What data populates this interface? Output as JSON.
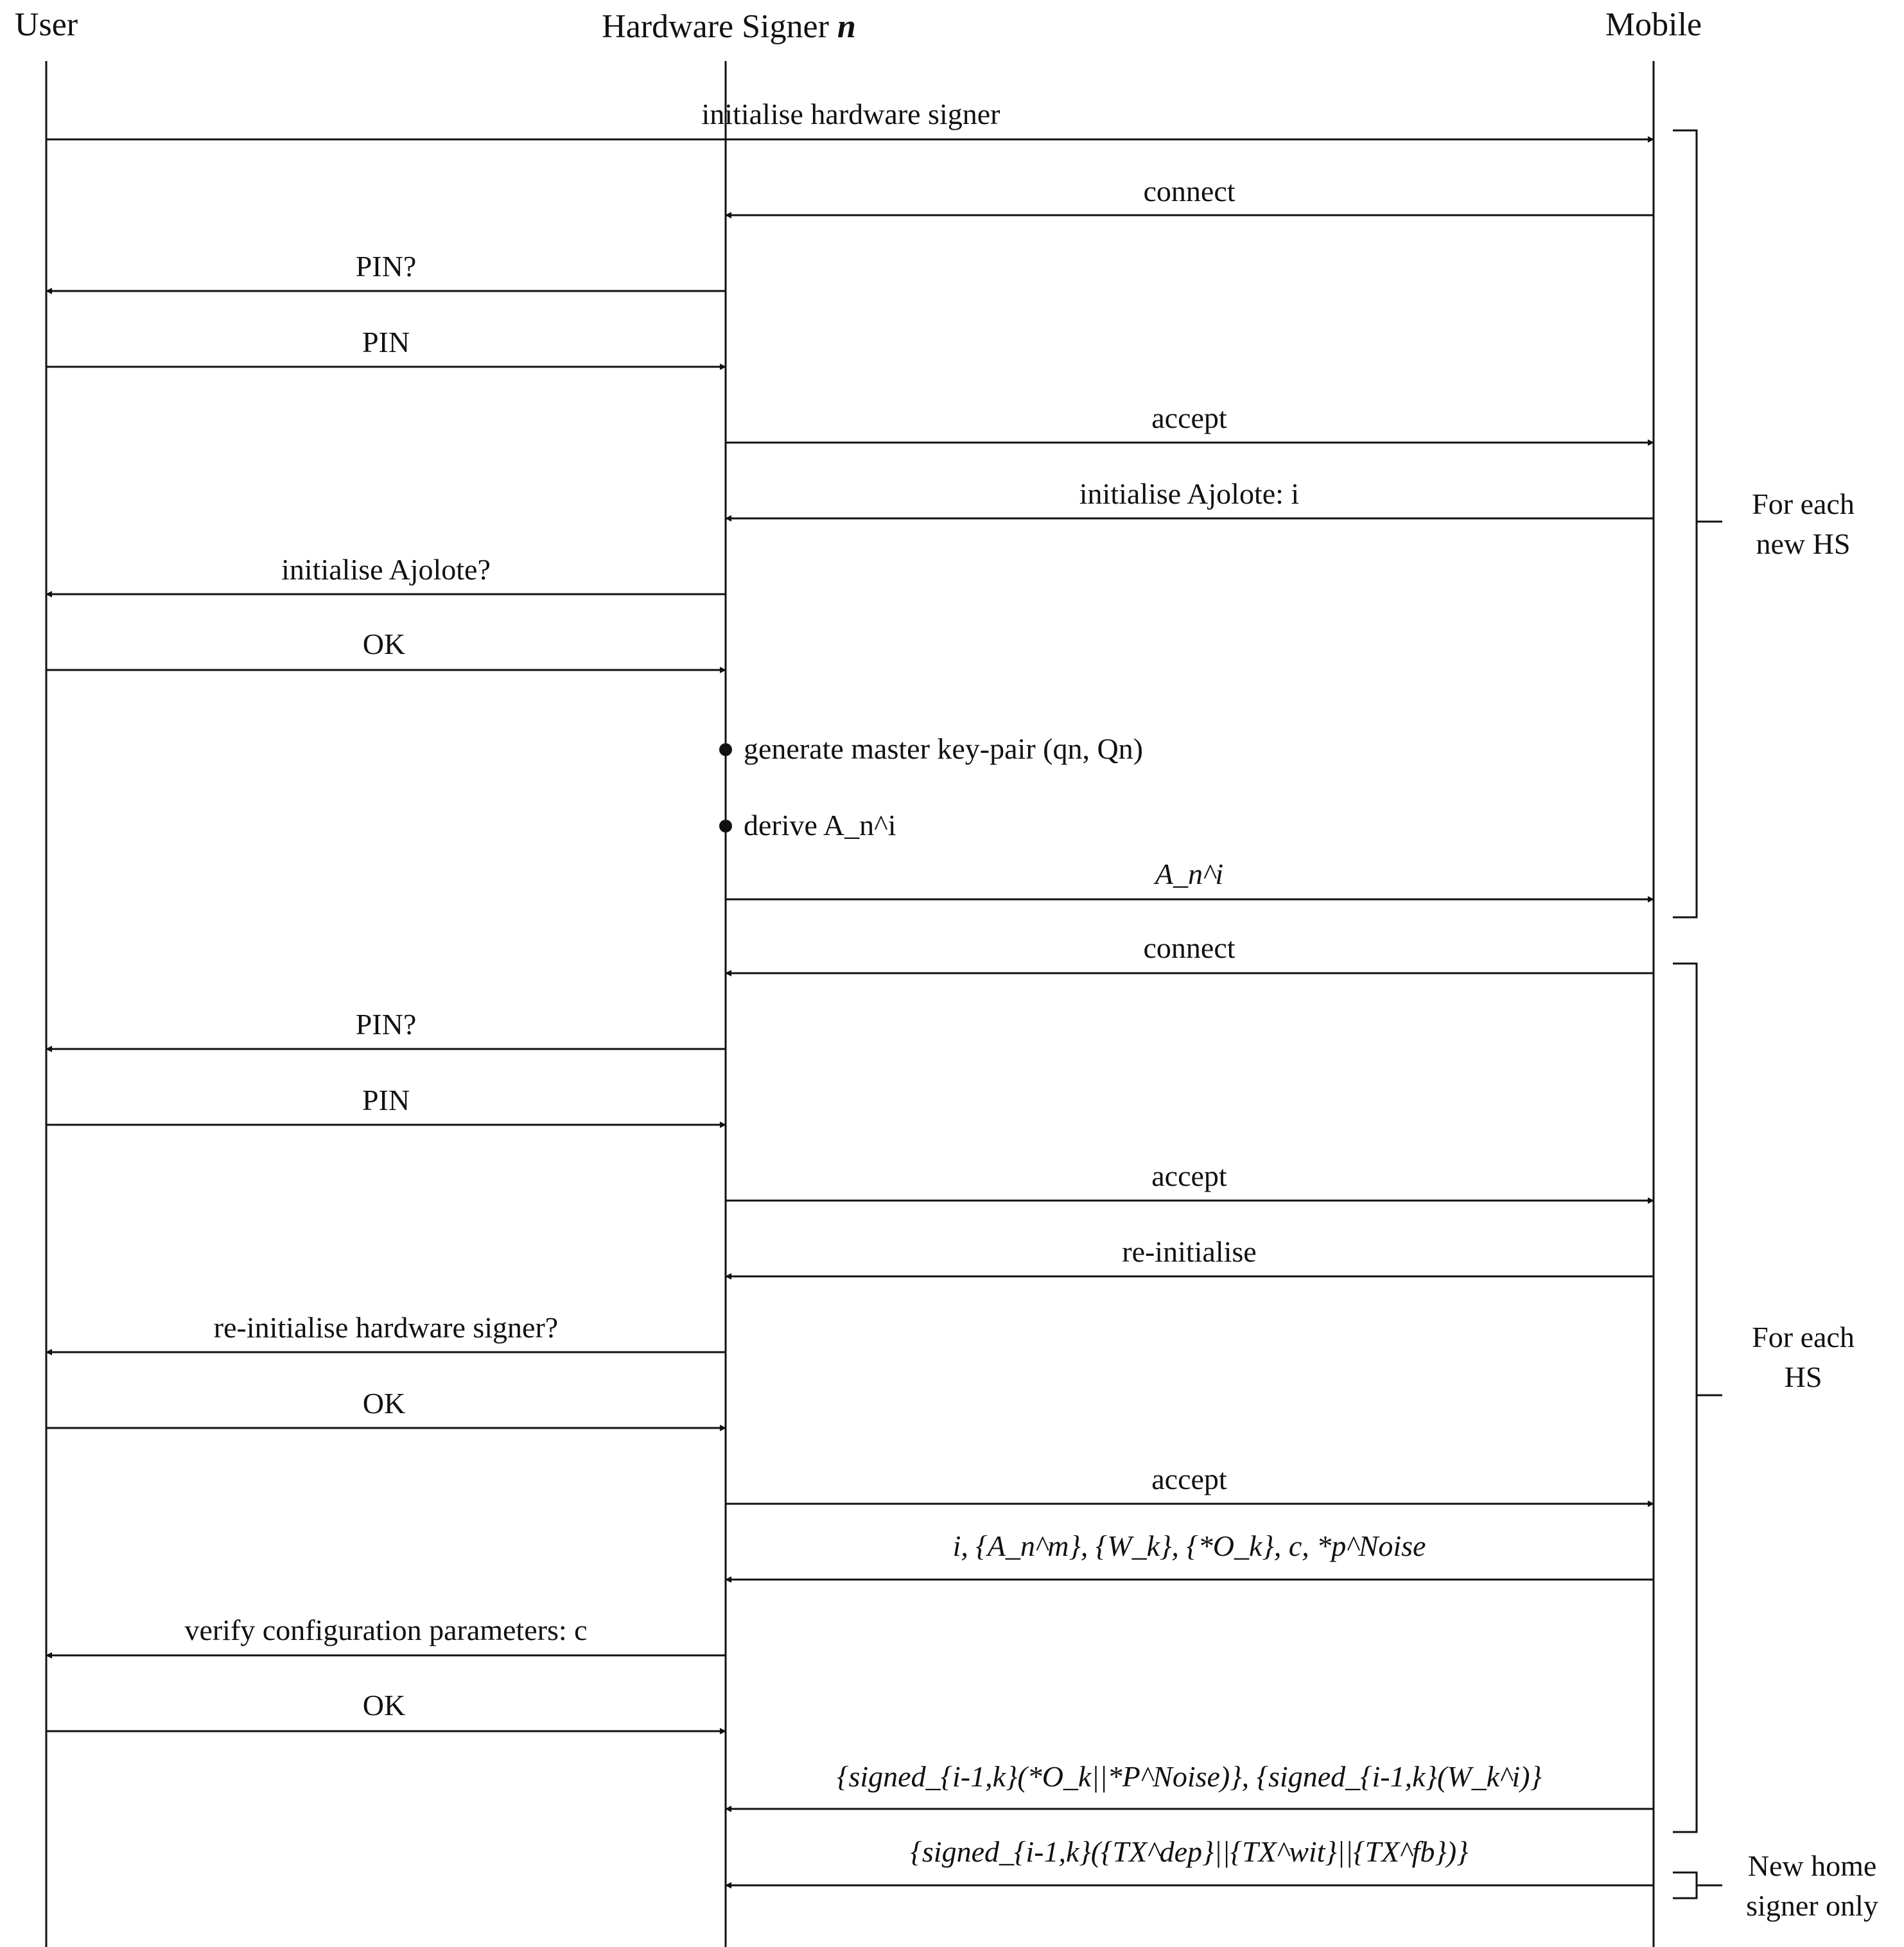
{
  "actors": {
    "user": "User",
    "hs_prefix": "Hardware Signer ",
    "hs_var": "n",
    "mobile": "Mobile"
  },
  "messages": [
    {
      "from": "user",
      "to": "mobile",
      "label": "initialise hardware signer"
    },
    {
      "from": "mobile",
      "to": "hs",
      "label": "connect"
    },
    {
      "from": "hs",
      "to": "user",
      "label": "PIN?"
    },
    {
      "from": "user",
      "to": "hs",
      "label": "PIN"
    },
    {
      "from": "hs",
      "to": "mobile",
      "label": "accept"
    },
    {
      "from": "mobile",
      "to": "hs",
      "label": "initialise Ajolote: i"
    },
    {
      "from": "hs",
      "to": "user",
      "label": "initialise Ajolote?"
    },
    {
      "from": "user",
      "to": "hs",
      "label": "OK"
    },
    {
      "type": "self",
      "on": "hs",
      "label": "generate master key-pair (qn, Qn)"
    },
    {
      "type": "self",
      "on": "hs",
      "label": "derive A_n^i"
    },
    {
      "from": "hs",
      "to": "mobile",
      "label": "A_n^i"
    },
    {
      "from": "mobile",
      "to": "hs",
      "label": "connect"
    },
    {
      "from": "hs",
      "to": "user",
      "label": "PIN?"
    },
    {
      "from": "user",
      "to": "hs",
      "label": "PIN"
    },
    {
      "from": "hs",
      "to": "mobile",
      "label": "accept"
    },
    {
      "from": "mobile",
      "to": "hs",
      "label": "re-initialise"
    },
    {
      "from": "hs",
      "to": "user",
      "label": "re-initialise hardware signer?"
    },
    {
      "from": "user",
      "to": "hs",
      "label": "OK"
    },
    {
      "from": "hs",
      "to": "mobile",
      "label": "accept"
    },
    {
      "from": "mobile",
      "to": "hs",
      "label": "i, {A_n^m}, {W_k}, {*O_k}, c, *p^Noise"
    },
    {
      "from": "hs",
      "to": "user",
      "label": "verify configuration parameters: c"
    },
    {
      "from": "user",
      "to": "hs",
      "label": "OK"
    },
    {
      "from": "mobile",
      "to": "hs",
      "label": "{signed_{i-1,k}(*O_k||*P^Noise)}, {signed_{i-1,k}(W_k^i)}"
    },
    {
      "from": "mobile",
      "to": "hs",
      "label": "{signed_{i-1,k}({TX^dep}||{TX^wit}||{TX^fb})}"
    }
  ],
  "brackets": [
    {
      "line1": "For each",
      "line2": "new HS"
    },
    {
      "line1": "For each",
      "line2": "HS"
    },
    {
      "line1": "New home",
      "line2": "signer only"
    }
  ]
}
